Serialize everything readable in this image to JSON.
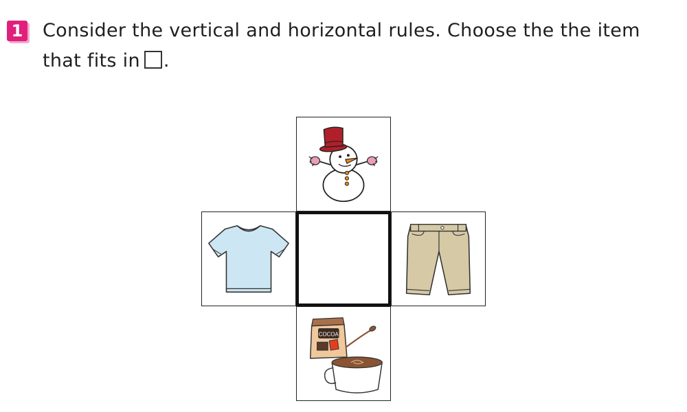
{
  "question": {
    "number": "1",
    "text_before_box": "Consider the vertical and horizontal rules. Choose the the item that fits in",
    "text_after_box": "."
  },
  "grid": {
    "top": {
      "icon": "snowman-icon"
    },
    "left": {
      "icon": "tshirt-icon"
    },
    "center": {
      "icon": "blank-answer-box"
    },
    "right": {
      "icon": "shorts-icon"
    },
    "bottom": {
      "icon": "hot-cocoa-icon",
      "package_label": "COCOA"
    }
  },
  "colors": {
    "badge": "#e0207a",
    "hat": "#b0202a",
    "gloves": "#e8a0b4",
    "tshirt": "#cde6f3",
    "shorts": "#d6c9a6",
    "cocoa_bag": "#f1c79c",
    "cocoa_drink": "#8a5433"
  }
}
